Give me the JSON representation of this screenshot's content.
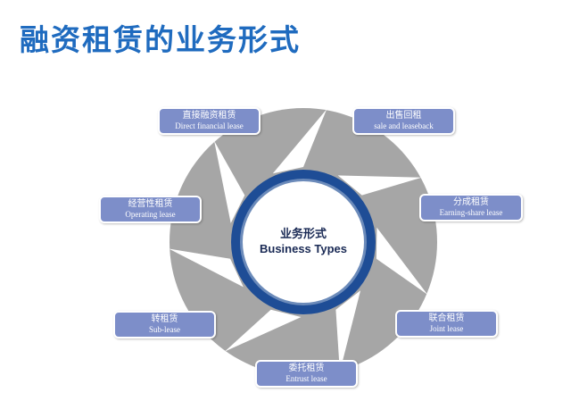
{
  "title": "融资租赁的业务形式",
  "center": {
    "label_cn": "业务形式",
    "label_en": "Business Types"
  },
  "colors": {
    "title": "#1f6bbf",
    "ring_outer": "#a6a6a6",
    "ring_inner": "#1e4d96",
    "box_fill": "#7d8ec9",
    "petal": "#ffffff"
  },
  "types": [
    {
      "cn": "直接融资租赁",
      "en": "Direct financial lease"
    },
    {
      "cn": "出售回租",
      "en": "sale and leaseback"
    },
    {
      "cn": "分成租赁",
      "en": "Earning-share lease"
    },
    {
      "cn": "联合租赁",
      "en": "Joint lease"
    },
    {
      "cn": "委托租赁",
      "en": "Entrust lease"
    },
    {
      "cn": "转租赁",
      "en": "Sub-lease"
    },
    {
      "cn": "经营性租赁",
      "en": "Operating lease"
    }
  ]
}
